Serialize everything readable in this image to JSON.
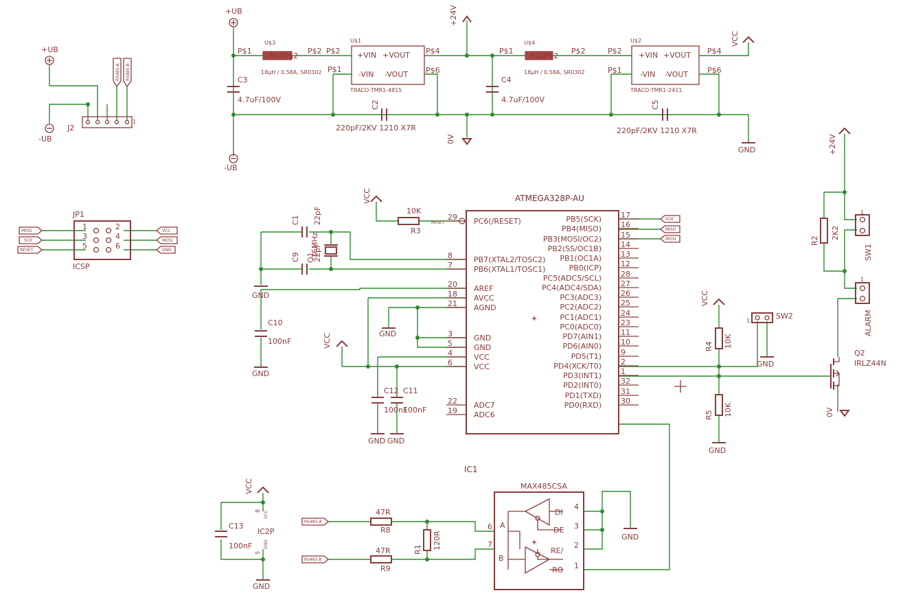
{
  "colors": {
    "symbol": "#8b3a3a",
    "wire": "#2f8a2f",
    "background": "#ffffff"
  },
  "power": {
    "plus_ub_top": "+UB",
    "minus_ub_bottom": "-UB",
    "plus_24v_top": "+24V",
    "zero_v_mid": "0V",
    "vcc_top": "VCC",
    "gnd_top": "GND",
    "plus_ub_j2": "+UB",
    "minus_ub_j2": "-UB",
    "vcc_mcu": "VCC",
    "vcc_reset": "VCC",
    "gnd_c1": "GND",
    "gnd_c10": "GND",
    "gnd_agnd": "GND",
    "gnd_c12": "GND",
    "gnd_c11": "GND",
    "vcc_r4": "VCC",
    "gnd_sw2": "GND",
    "gnd_r5": "GND",
    "plus_24v_right": "+24V",
    "zero_v_right": "0V",
    "vcc_ic2": "VCC",
    "gnd_ic2": "GND",
    "gnd_max": "GND"
  },
  "supply": {
    "c3_name": "C3",
    "c3_value": "4.7uF/100V",
    "u3_name": "U$3",
    "u3_body": "P$1P$2",
    "u3_value": "18µH / 0.58A, SR0302",
    "u1_name": "U$1",
    "u1_vin_pos": "+VIN",
    "u1_vout_pos": "+VOUT",
    "u1_vin_neg": "-VIN",
    "u1_vout_neg": "-VOUT",
    "u1_part": "TRACO-TMR1-4815",
    "c2_name": "C2",
    "c2_value": "220pF/2KV 1210 X7R",
    "c4_name": "C4",
    "c4_value": "4.7uF/100V",
    "u4_name": "U$4",
    "u4_body": "P$1P$2",
    "u4_value": "18µH / 0.58A, SR0302",
    "u2_name": "U$2",
    "u2_vin_pos": "+VIN",
    "u2_vout_pos": "+VOUT",
    "u2_vin_neg": "-VIN",
    "u2_vout_neg": "-VOUT",
    "u2_part": "TRACO-TMR1-2411",
    "c5_name": "C5",
    "c5_value": "220pF/2KV 1210 X7R",
    "pin_p1": "P$1",
    "pin_p2": "P$2",
    "pin_p4": "P$4",
    "pin_p6": "P$6"
  },
  "j2": {
    "name": "J2",
    "pin1": "1",
    "label_a": "RS485-A",
    "label_b": "RS485-B"
  },
  "jp1": {
    "name": "JP1",
    "value": "ICSP",
    "pins": [
      "1",
      "2",
      "3",
      "4",
      "5",
      "6"
    ],
    "left_labels": [
      "MISO",
      "SCK",
      "RESET"
    ],
    "right_labels": [
      "VCC",
      "MOSI",
      "GND"
    ]
  },
  "mcu": {
    "name": "IC1",
    "part": "ATMEGA328P-AU",
    "left_pins": [
      {
        "num": "29",
        "name": "PC6(/RESET)"
      },
      {
        "num": "8",
        "name": "PB7(XTAL2/TOSC2)"
      },
      {
        "num": "7",
        "name": "PB6(XTAL1/TOSC1)"
      },
      {
        "num": "20",
        "name": "AREF"
      },
      {
        "num": "18",
        "name": "AVCC"
      },
      {
        "num": "21",
        "name": "AGND"
      },
      {
        "num": "3",
        "name": "GND"
      },
      {
        "num": "5",
        "name": "GND"
      },
      {
        "num": "4",
        "name": "VCC"
      },
      {
        "num": "6",
        "name": "VCC"
      },
      {
        "num": "22",
        "name": "ADC7"
      },
      {
        "num": "19",
        "name": "ADC6"
      }
    ],
    "right_pins": [
      {
        "num": "17",
        "name": "PB5(SCK)"
      },
      {
        "num": "16",
        "name": "PB4(MISO)"
      },
      {
        "num": "15",
        "name": "PB3(MOSI/OC2)"
      },
      {
        "num": "14",
        "name": "PB2(SS/OC1B)"
      },
      {
        "num": "13",
        "name": "PB1(OC1A)"
      },
      {
        "num": "12",
        "name": "PB0(ICP)"
      },
      {
        "num": "28",
        "name": "PC5(ADC5/SCL)"
      },
      {
        "num": "27",
        "name": "PC4(ADC4/SDA)"
      },
      {
        "num": "26",
        "name": "PC3(ADC3)"
      },
      {
        "num": "25",
        "name": "PC2(ADC2)"
      },
      {
        "num": "24",
        "name": "PC1(ADC1)"
      },
      {
        "num": "23",
        "name": "PC0(ADC0)"
      },
      {
        "num": "11",
        "name": "PD7(AIN1)"
      },
      {
        "num": "10",
        "name": "PD6(AIN0)"
      },
      {
        "num": "9",
        "name": "PD5(T1)"
      },
      {
        "num": "2",
        "name": "PD4(XCK/T0)"
      },
      {
        "num": "1",
        "name": "PD3(INT1)"
      },
      {
        "num": "32",
        "name": "PD2(INT0)"
      },
      {
        "num": "31",
        "name": "PD1(TXD)"
      },
      {
        "num": "30",
        "name": "PD0(RXD)"
      }
    ],
    "reset_label": "RESET",
    "spi_labels": [
      "SCK",
      "MISO",
      "MOSI"
    ]
  },
  "parts": {
    "r3_value": "10K",
    "r3_name": "R3",
    "c1_name": "C1",
    "c1_value": "22pF",
    "c9_name": "C9",
    "c9_value": "22pF",
    "q1_name": "Q1",
    "q1_value": "16MHz",
    "c10_name": "C10",
    "c10_value": "100nF",
    "c12_name": "C12",
    "c12_value": "100nF",
    "c11_name": "C11",
    "c11_value": "100nF",
    "r4_name": "R4",
    "r4_value": "10K",
    "r5_name": "R5",
    "r5_value": "10K",
    "sw2_name": "SW2",
    "sw2_pin": "1",
    "r2_name": "R2",
    "r2_value": "2K2",
    "sw1_name": "SW1",
    "sw1_pin": "1",
    "alarm_name": "ALARM",
    "alarm_pin": "1",
    "q2_name": "Q2",
    "q2_value": "IRLZ44N",
    "c13_name": "C13",
    "c13_value": "100nF",
    "ic2_name": "IC2P",
    "ic2_pin8": "8",
    "ic2_pin5": "5",
    "ic2_vcc": "VCC",
    "ic2_gnd": "GND",
    "r8_value": "47R",
    "r8_name": "R8",
    "r9_value": "47R",
    "r9_name": "R9",
    "r1_name": "R1",
    "r1_value": "120R",
    "rs485_a": "RS485-A",
    "rs485_b": "RS485-B"
  },
  "max485": {
    "part": "MAX485CSA",
    "pin_a": "A",
    "pin_b": "B",
    "pin_di": "DI",
    "pin_de": "DE",
    "pin_re": "RE/",
    "pin_ro": "RO",
    "num_a": "6",
    "num_b": "7",
    "num_di": "4",
    "num_de": "3",
    "num_re": "2",
    "num_ro": "1"
  }
}
